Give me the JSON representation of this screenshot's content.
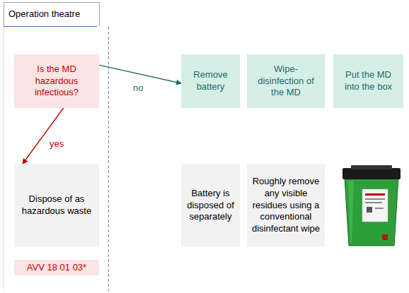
{
  "diagram": {
    "nodes": [
      {
        "text": [
          "Operation theatre"
        ]
      },
      {
        "text": [
          "Is the MD hazardous infectious?"
        ]
      },
      {
        "text": [
          "Remove battery"
        ]
      },
      {
        "text": [
          "Wipe-disinfection of the MD"
        ]
      },
      {
        "text": [
          "Put the MD into the box"
        ]
      },
      {
        "text": [
          "Dispose of as hazardous waste"
        ]
      },
      {
        "text": [
          "Battery is disposed of separately"
        ]
      },
      {
        "text": [
          "Roughly remove any visible residues using a conventional disinfectant wipe"
        ]
      },
      {
        "text": [
          "AVV 18 01 03*"
        ]
      }
    ],
    "edges": [
      {
        "from": 1,
        "to": 2,
        "label": "no",
        "arrow": "to"
      },
      {
        "from": 1,
        "to": 5,
        "label": "yes",
        "arrow": "to"
      }
    ]
  }
}
